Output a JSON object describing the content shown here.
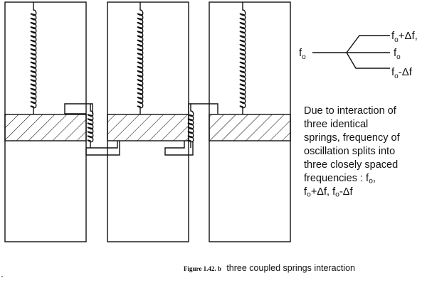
{
  "branch": {
    "root_base": "f",
    "root_sub": "o",
    "upper": {
      "base": "f",
      "sub": "o",
      "rest": "+Δf,"
    },
    "middle": {
      "base": "f",
      "sub": "o",
      "rest": ""
    },
    "lower": {
      "base": "f",
      "sub": "o",
      "rest": "-Δf"
    }
  },
  "description": {
    "line1": "Due to interaction of",
    "line2": "three identical",
    "line3": "springs, frequency of",
    "line4": "oscillation  splits into",
    "line5": "three closely spaced",
    "line6a": "frequencies : f",
    "line6sub": "o",
    "line6b": ",",
    "line7a": "f",
    "line7sub1": "o",
    "line7b": "+Δf, f",
    "line7sub2": "o",
    "line7c": "-Δf"
  },
  "caption": {
    "figure_number": "Figure 1.42. b",
    "text": "three coupled springs interaction"
  }
}
